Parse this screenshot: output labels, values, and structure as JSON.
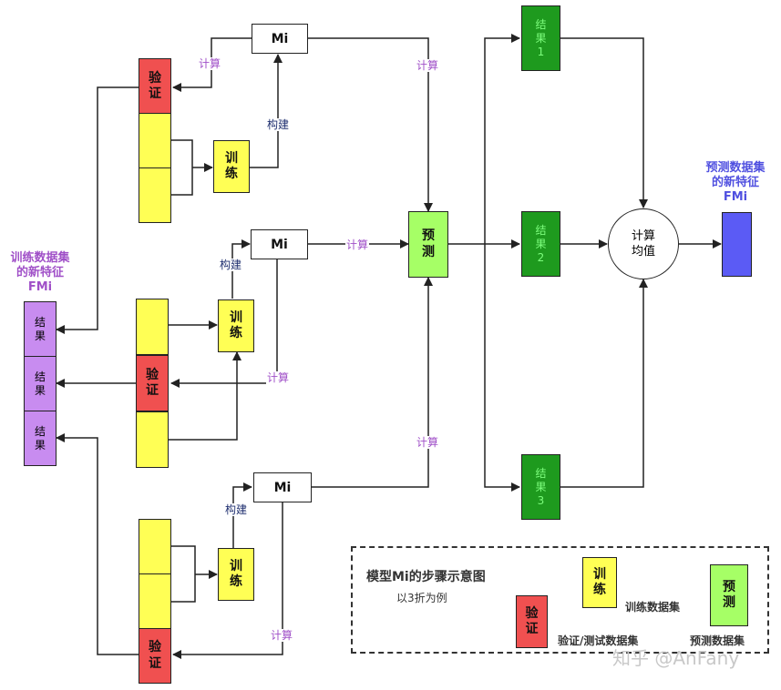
{
  "labels": {
    "mi": "Mi",
    "verify": "验\n证",
    "train": "训\n练",
    "predict": "预\n测",
    "result": "结\n果",
    "result1": "结\n果\n1",
    "result2": "结\n果\n2",
    "result3": "结\n果\n3",
    "avg": "计算\n均值",
    "calc": "计算",
    "build": "构建"
  },
  "left_title": "训练数据集\n的新特征\nFMi",
  "right_title": "预测数据集\n的新特征\nFMi",
  "legend": {
    "title": "模型Mi的步骤示意图",
    "subtitle": "以3折为例",
    "verify_label": "验证/测试数据集",
    "train_label": "训练数据集",
    "predict_label": "预测数据集"
  },
  "watermark": "知乎 @AnFany",
  "colors": {
    "yellow": "#ffff55",
    "red": "#f05050",
    "dark_green": "#1e9a1e",
    "light_green": "#a6ff66",
    "purple": "#c88cf0",
    "blue": "#5b5bf5",
    "calc_text": "#a050c8"
  }
}
